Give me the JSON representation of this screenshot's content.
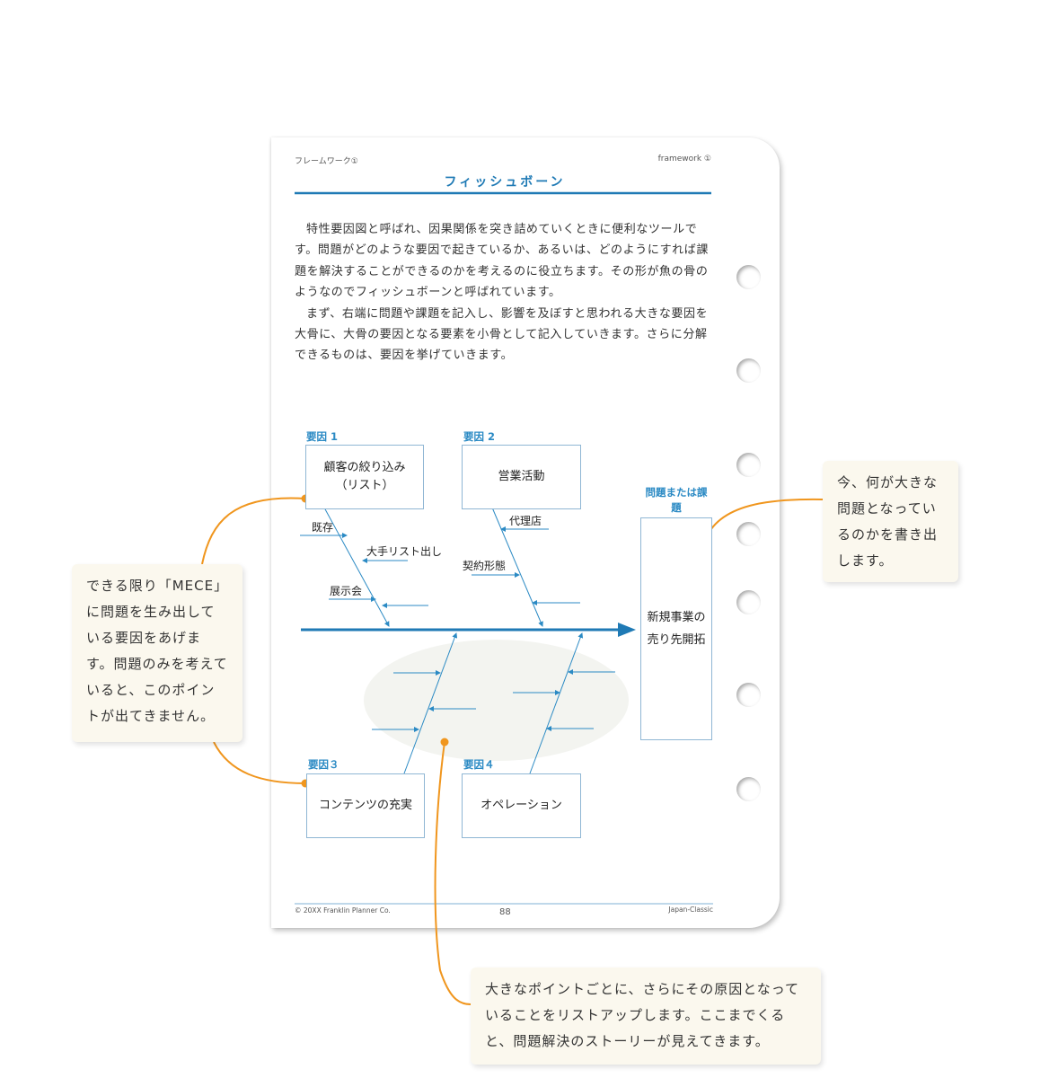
{
  "page": {
    "header_left": "フレームワーク①",
    "header_right": "framework ①",
    "title": "フィッシュボーン",
    "body": [
      "特性要因図と呼ばれ、因果関係を突き詰めていくときに便利なツールです。問題がどのような要因で起きているか、あるいは、どのようにすれば課題を解決することができるのかを考えるのに役立ちます。その形が魚の骨のようなのでフィッシュボーンと呼ばれています。",
      "まず、右端に問題や課題を記入し、影響を及ぼすと思われる大きな要因を大骨に、大骨の要因となる要素を小骨として記入していきます。さらに分解できるものは、要因を挙げていきます。"
    ],
    "footer_left": "© 20XX Franklin Planner Co.",
    "page_number": "88",
    "footer_right": "Japan-Classic"
  },
  "diagram": {
    "factors": [
      {
        "label": "要因 1",
        "text": "顧客の絞り込み（リスト）"
      },
      {
        "label": "要因 2",
        "text": "営業活動"
      },
      {
        "label": "要因３",
        "text": "コンテンツの充実"
      },
      {
        "label": "要因４",
        "text": "オペレーション"
      }
    ],
    "sub_bones": [
      "既存",
      "大手リスト出し",
      "展示会",
      "代理店",
      "契約形態"
    ],
    "problem_label": "問題または課題",
    "problem_text": "新規事業の売り先開拓"
  },
  "callouts": {
    "left": "できる限り「MECE」に問題を生み出している要因をあげます。問題のみを考えていると、このポイントが出てきません。",
    "right": "今、何が大きな問題となっているのかを書き出します。",
    "bottom": "大きなポイントごとに、さらにその原因となっていることをリストアップします。ここまでくると、問題解決のストーリーが見えてきます。"
  },
  "colors": {
    "accent": "#1f7ab5",
    "callout_line": "#f0961e"
  }
}
